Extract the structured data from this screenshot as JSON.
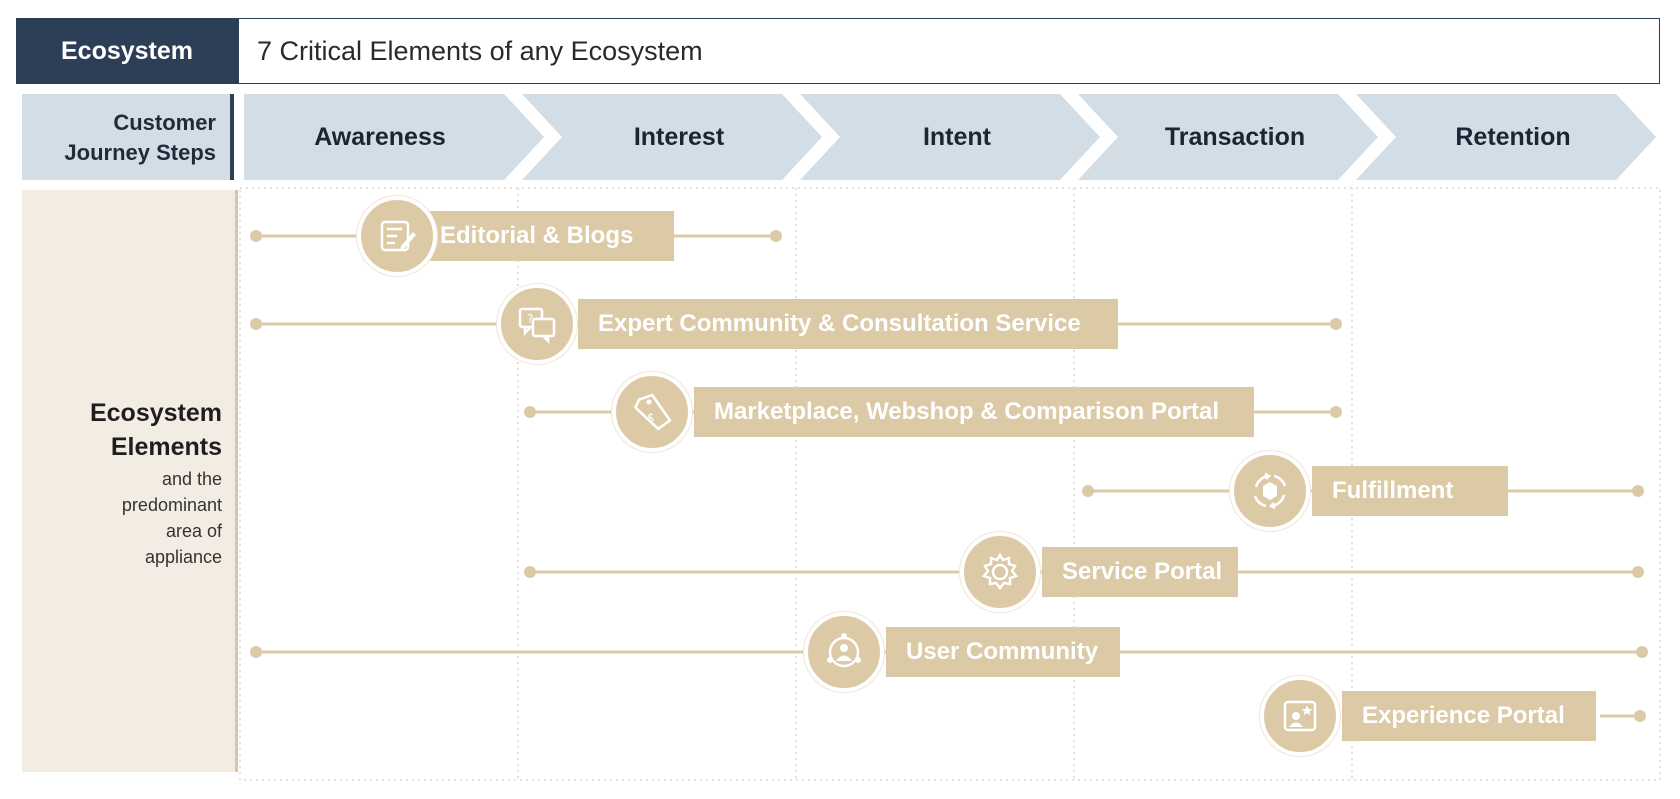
{
  "header": {
    "tag": "Ecosystem",
    "title": "7 Critical Elements of any Ecosystem"
  },
  "journey": {
    "label_line1": "Customer",
    "label_line2": "Journey Steps",
    "steps": [
      "Awareness",
      "Interest",
      "Intent",
      "Transaction",
      "Retention"
    ]
  },
  "elements_panel": {
    "title_line1": "Ecosystem",
    "title_line2": "Elements",
    "subtitle_lines": [
      "and the",
      "predominant",
      "area of",
      "appliance"
    ]
  },
  "elements": [
    {
      "label": "Editorial & Blogs",
      "icon": "editorial-icon"
    },
    {
      "label": "Expert Community & Consultation Service",
      "icon": "chat-bubbles-icon"
    },
    {
      "label": "Marketplace, Webshop & Comparison Portal",
      "icon": "price-tag-icon"
    },
    {
      "label": "Fulfillment",
      "icon": "package-cycle-icon"
    },
    {
      "label": "Service Portal",
      "icon": "gear-icon"
    },
    {
      "label": "User Community",
      "icon": "people-network-icon"
    },
    {
      "label": "Experience Portal",
      "icon": "user-star-icon"
    }
  ],
  "colors": {
    "navy": "#2d3f56",
    "chevron": "#d3dde5",
    "beige": "#dccaa7",
    "panel": "#f3ece3"
  }
}
